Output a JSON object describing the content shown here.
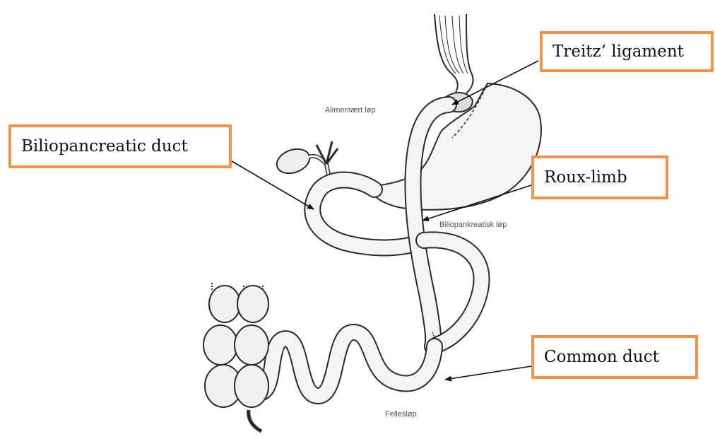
{
  "labels": {
    "treitz": "Treitz’ ligament",
    "biliopancreatic": "Biliopancreatic duct",
    "roux": "Roux-limb",
    "common": "Common duct"
  },
  "figure_text": {
    "alimentary": "Alimentært løp",
    "biliopankreatisk": "Biliopankreatisk løp",
    "felles": "Fellesløp"
  },
  "colors": {
    "box_border": "#f0944a",
    "outline": "#2a2a2a",
    "fill": "#f4f4f4"
  }
}
